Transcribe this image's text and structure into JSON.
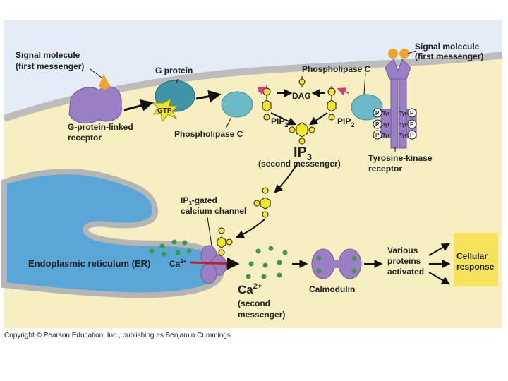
{
  "labels": {
    "signal_left_1": "Signal molecule",
    "signal_left_2": "(first messenger)",
    "g_protein": "G protein",
    "gtp": "GTP",
    "gpl_receptor_1": "G-protein-linked",
    "gpl_receptor_2": "receptor",
    "phospholipase_c_lower": "Phospholipase C",
    "phospholipase_c_upper": "Phospholipase C",
    "dag": "DAG",
    "pip": "PIP",
    "pip_sub": "2",
    "ip": "IP",
    "ip_sub": "3",
    "second_messenger": "(second messenger)",
    "signal_right_1": "Signal molecule",
    "signal_right_2": "(first messenger)",
    "tyrosine_kinase_1": "Tyrosine-kinase",
    "tyrosine_kinase_2": "receptor",
    "p": "P",
    "tyr": "Tyr",
    "ip3_gated_1": "IP",
    "ip3_gated_sub": "3",
    "ip3_gated_1b": "-gated",
    "ip3_gated_2": "calcium channel",
    "er": "Endoplasmic reticulum (ER)",
    "ca": "Ca",
    "ca_sup": "2+",
    "ca_big": "Ca",
    "ca_big_sup": "2+",
    "second_messenger_2a": "(second",
    "second_messenger_2b": "messenger)",
    "calmodulin": "Calmodulin",
    "various_1": "Various",
    "various_2": "proteins",
    "various_3": "activated",
    "cellular_1": "Cellular",
    "cellular_2": "response"
  },
  "copyright": "Copyright © Pearson Education, Inc., publishing as Benjamin Cummings",
  "colors": {
    "cytoplasm": "#f7efc2",
    "membrane": "#bdbdbd",
    "er_fill": "#5aa6d6",
    "receptor": "#9b7fc4",
    "signal": "#f0a22a",
    "g_protein": "#3e95a8",
    "phospholipase": "#6cb9c7",
    "ip3_yellow": "#f5e623",
    "calcium": "#3a9a4a",
    "response_box": "#f6e35a"
  }
}
